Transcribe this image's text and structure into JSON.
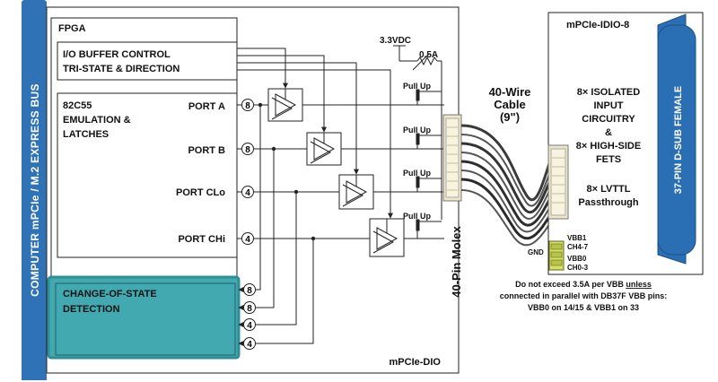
{
  "bus": {
    "label": "COMPUTER  mPCIe / M.2 EXPRESS  BUS"
  },
  "board": {
    "name": "mPCIe-DIO",
    "fpga_label": "FPGA",
    "io_buffer": {
      "line1": "I/O BUFFER CONTROL",
      "line2": "TRI-STATE & DIRECTION"
    },
    "emulation": {
      "line1": "82C55",
      "line2": "EMULATION &",
      "line3": "LATCHES"
    },
    "ports": [
      {
        "label": "PORT A",
        "width": "8"
      },
      {
        "label": "PORT B",
        "width": "8"
      },
      {
        "label": "PORT CLo",
        "width": "4"
      },
      {
        "label": "PORT CHi",
        "width": "4"
      }
    ],
    "cos": {
      "line1": "CHANGE-OF-STATE",
      "line2": "DETECTION",
      "inputs": [
        "8",
        "8",
        "4",
        "4"
      ]
    },
    "pullup_label": "Pull Up",
    "supply": {
      "voltage": "3.3VDC",
      "fuse": "0.5A"
    },
    "molex_label": "40-Pin Molex"
  },
  "cable": {
    "line1": "40-Wire",
    "line2": "Cable",
    "line3": "(9\")"
  },
  "idio": {
    "name": "mPCIe-IDIO-8",
    "features": [
      "8× ISOLATED",
      "INPUT",
      "CIRCUITRY",
      "&",
      "8× HIGH-SIDE",
      "FETS",
      "8× LVTTL",
      "Passthrough"
    ],
    "dsub_label": "37-PIN D-SUB FEMALE",
    "gnd_label": "GND",
    "vbb_labels": [
      "VBB1",
      "CH4-7",
      "VBB0",
      "CH0-3"
    ]
  },
  "note": {
    "line1_pre": "Do not exceed 3.5A per VBB ",
    "line1_em": "unless",
    "line2": "connected in parallel with DB37F VBB pins:",
    "line3": "VBB0 on 14/15 &  VBB1 on 33"
  },
  "colors": {
    "bus_blue": "#2f72b6",
    "dsub_blue": "#2a6fb3",
    "cos_teal": "#43a9b1",
    "cos_border": "#2f8f97",
    "stroke": "#222222"
  }
}
